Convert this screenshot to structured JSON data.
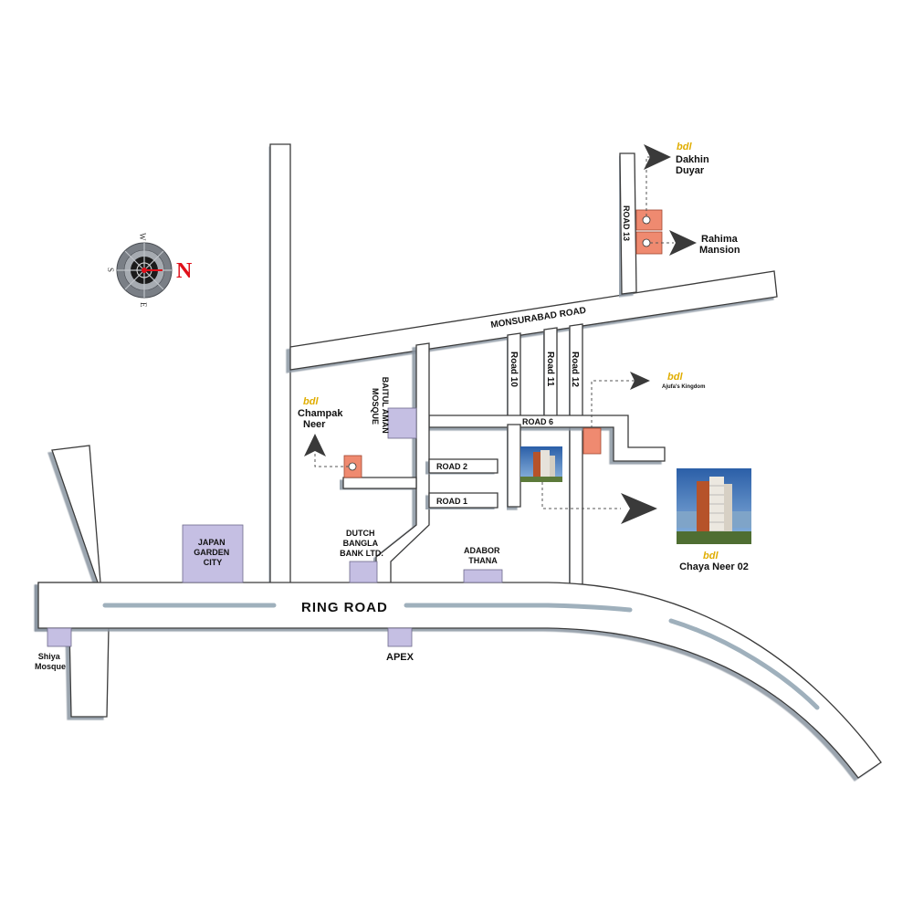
{
  "roads": {
    "ring_road": "RING ROAD",
    "monsurabad_road": "MONSURABAD ROAD",
    "road_13": "ROAD 13",
    "road_10": "Road 10",
    "road_11": "Road 11",
    "road_12": "Road 12",
    "road_6": "ROAD 6",
    "road_2": "ROAD 2",
    "road_1": "ROAD 1"
  },
  "landmarks": {
    "japan_garden_city": [
      "JAPAN",
      "GARDEN",
      "CITY"
    ],
    "shiya_mosque": [
      "Shiya",
      "Mosque"
    ],
    "apex": "APEX",
    "dutch_bangla_bank": [
      "DUTCH",
      "BANGLA",
      "BANK LTD."
    ],
    "adabor_thana": [
      "ADABOR",
      "THANA"
    ],
    "baitul_aman_mosque": [
      "BAITUL AMAN",
      "MOSQUE"
    ]
  },
  "projects": {
    "brand": "bdl",
    "champak_neer": [
      "Champak",
      "Neer"
    ],
    "dakhin_duyar": [
      "Dakhin",
      "Duyar"
    ],
    "rahima_mansion": [
      "Rahima",
      "Mansion"
    ],
    "ajufas_kingdom": "Ajufa's Kingdom",
    "chaya_neer_02": "Chaya Neer 02"
  },
  "compass": {
    "north": "N",
    "west": "W",
    "south": "S",
    "east": "E"
  },
  "colors": {
    "road_fill": "#ffffff",
    "road_outline": "#3a3a3a",
    "ring_road_center_line": "#9fb0bc",
    "landmark": "#c5bfe3",
    "project_plot": "#ef8a70",
    "brand_yellow": "#e0ad00",
    "north_red": "#e0101a"
  }
}
